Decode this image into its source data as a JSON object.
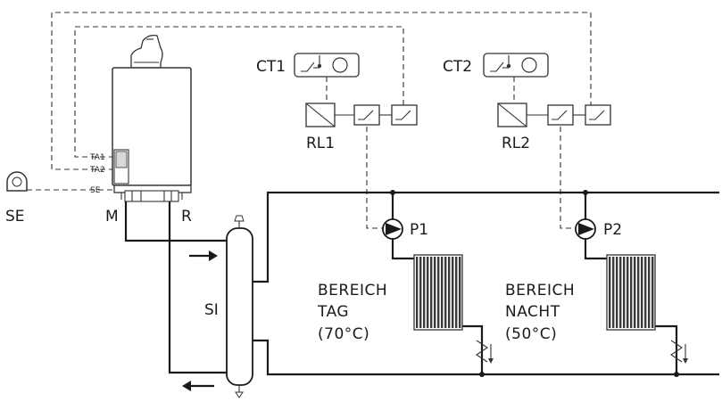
{
  "labels": {
    "ct1": "CT1",
    "ct2": "CT2",
    "rl1": "RL1",
    "rl2": "RL2",
    "se_sensor": "SE",
    "ta1": "TA1",
    "ta2": "TA2",
    "se_terminal": "SE",
    "m": "M",
    "r": "R",
    "si": "SI",
    "p1": "P1",
    "p2": "P2"
  },
  "zones": [
    {
      "line1": "BEREICH",
      "line2": "TAG",
      "temp": "(70°C)"
    },
    {
      "line1": "BEREICH",
      "line2": "NACHT",
      "temp": "(50°C)"
    }
  ],
  "colors": {
    "line": "#1a1a1a",
    "background": "#ffffff"
  }
}
